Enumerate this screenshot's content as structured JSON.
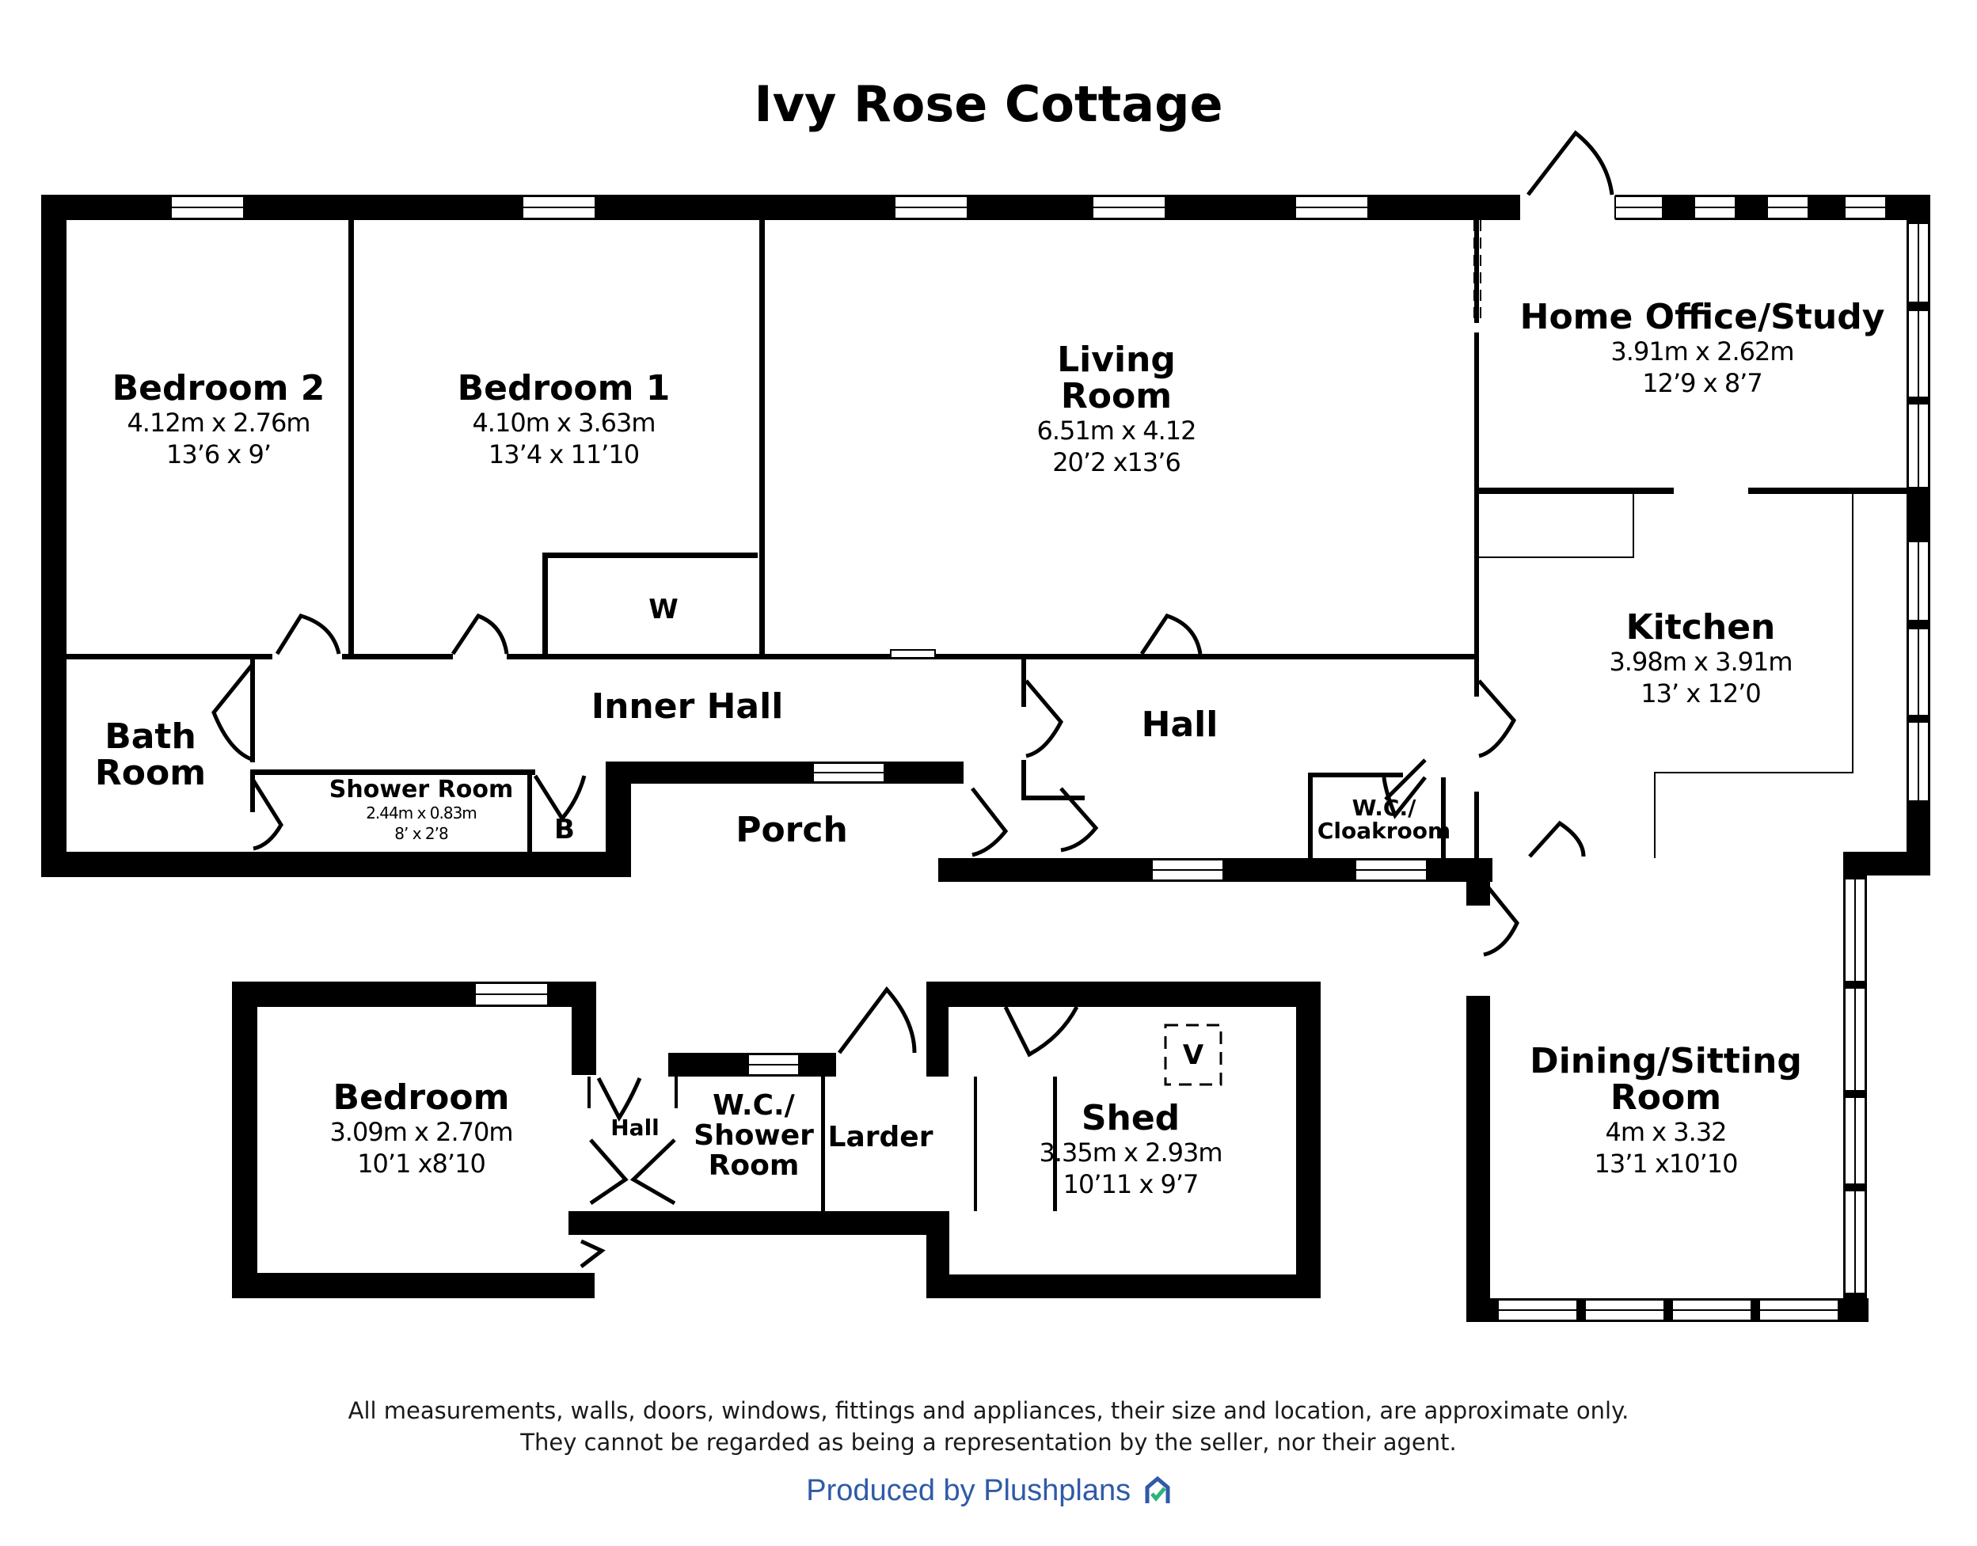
{
  "title": "Ivy Rose Cottage",
  "rooms": {
    "bedroom2": {
      "name": "Bedroom 2",
      "metric": "4.12m x 2.76m",
      "imperial": "13’6 x 9’"
    },
    "bedroom1": {
      "name": "Bedroom 1",
      "metric": "4.10m x 3.63m",
      "imperial": "13’4 x 11’10"
    },
    "living": {
      "name_line1": "Living",
      "name_line2": "Room",
      "metric": "6.51m x 4.12",
      "imperial": "20’2  x13’6"
    },
    "office": {
      "name": "Home Office/Study",
      "metric": "3.91m x 2.62m",
      "imperial": "12’9 x 8’7"
    },
    "kitchen": {
      "name": "Kitchen",
      "metric": "3.98m x 3.91m",
      "imperial": "13’ x 12’0"
    },
    "bath": {
      "name_line1": "Bath",
      "name_line2": "Room"
    },
    "inner_hall": {
      "name": "Inner Hall"
    },
    "hall": {
      "name": "Hall"
    },
    "shower": {
      "name": "Shower Room",
      "metric": "2.44m x 0.83m",
      "imperial": "8’ x 2’8"
    },
    "porch": {
      "name": "Porch"
    },
    "wc_cloak": {
      "name_line1": "W.C./",
      "name_line2": "Cloakroom"
    },
    "annex_bedroom": {
      "name": "Bedroom",
      "metric": "3.09m x 2.70m",
      "imperial": "10’1  x8’10"
    },
    "annex_hall": {
      "name": "Hall"
    },
    "annex_wc": {
      "name_line1": "W.C./",
      "name_line2": "Shower",
      "name_line3": "Room"
    },
    "larder": {
      "name": "Larder"
    },
    "shed": {
      "name": "Shed",
      "metric": "3.35m x 2.93m",
      "imperial": "10’11 x 9’7"
    },
    "dining": {
      "name_line1": "Dining/Sitting",
      "name_line2": "Room",
      "metric": "4m x 3.32",
      "imperial": "13’1  x10’10"
    }
  },
  "marks": {
    "wardrobe": "W",
    "boiler": "B",
    "vent": "V"
  },
  "footer": {
    "disclaimer_line1": "All measurements, walls, doors, windows, fittings and appliances, their size and location, are approximate only.",
    "disclaimer_line2": "They cannot be regarded as being a representation by the seller, nor their agent.",
    "credit": "Produced by Plushplans",
    "brand_color": "#2f5aa8",
    "check_color": "#2db37a"
  }
}
